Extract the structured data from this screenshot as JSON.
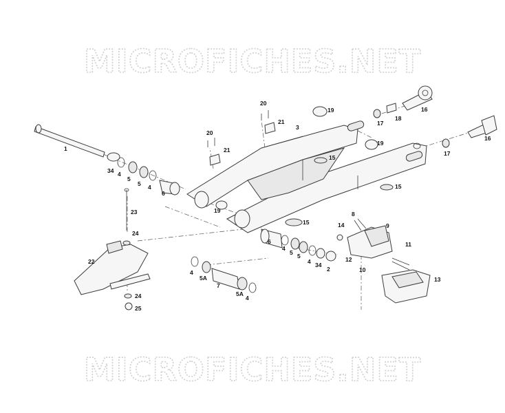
{
  "watermark": {
    "top": "MICROFICHES.NET",
    "bottom": "MICROFICHES.NET"
  },
  "callouts": {
    "c1": "1",
    "c34a": "34",
    "c4a": "4",
    "c5a": "5",
    "c5b": "5",
    "c4b": "4",
    "c6a": "6",
    "c20a": "20",
    "c21a": "21",
    "c20b": "20",
    "c21b": "21",
    "c3": "3",
    "c19a": "19",
    "c19b": "19",
    "c19c": "19",
    "c17a": "17",
    "c18": "18",
    "c16a": "16",
    "c16b": "16",
    "c17b": "17",
    "c15a": "15",
    "c15b": "15",
    "c15c": "15",
    "c23": "23",
    "c24a": "24",
    "c22": "22",
    "c24b": "24",
    "c25": "25",
    "c4c": "4",
    "c5Aa": "5A",
    "c7": "7",
    "c5Ab": "5A",
    "c4d": "4",
    "c6b": "6",
    "c4e": "4",
    "c5c": "5",
    "c5d": "5",
    "c4f": "4",
    "c34b": "34",
    "c2": "2",
    "c8": "8",
    "c14": "14",
    "c9": "9",
    "c12": "12",
    "c10": "10",
    "c11": "11",
    "c13": "13"
  }
}
